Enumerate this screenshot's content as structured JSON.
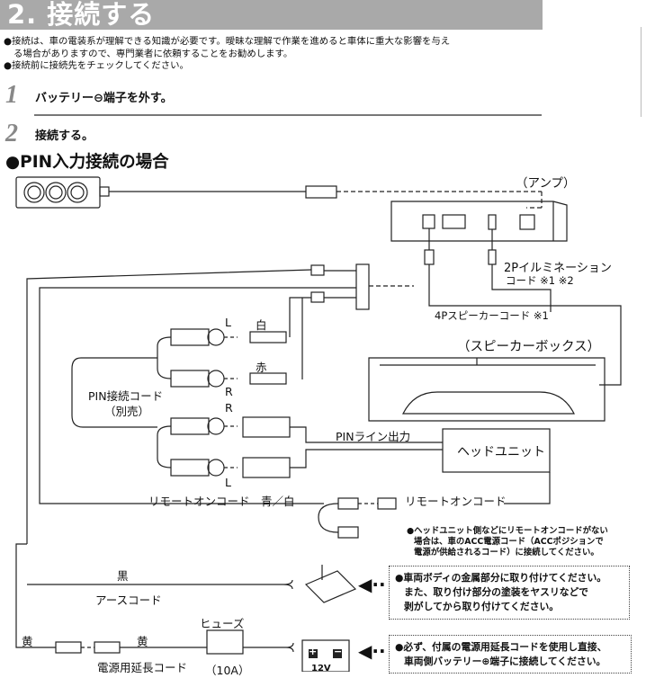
{
  "section": {
    "title": "2. 接続する",
    "notes": [
      "●接続は、車の電装系が理解できる知識が必要です。曖昧な理解で作業を進めると車体に重大な影響を与え",
      "る場合がありますので、専門業者に依頼することをお勧めします。",
      "●接続前に接続先をチェックしてください。"
    ]
  },
  "steps": [
    {
      "num": "1",
      "text": "バッテリー⊖端子を外す。"
    },
    {
      "num": "2",
      "text": "接続する。"
    }
  ],
  "diagram": {
    "heading": "●PIN入力接続の場合",
    "amp_label": "（アンプ）",
    "illumination_label_1": "2Pイルミネーション",
    "illumination_label_2": "コード ※1 ※2",
    "speaker_cord_label": "4Pスピーカーコード ※1",
    "speaker_box_label": "（スピーカーボックス）",
    "l_label": "L",
    "white_label": "白",
    "red_label": "赤",
    "r_label": "R",
    "r_label_2": "R",
    "l_label_2": "L",
    "pin_cord_label_1": "PIN接続コード",
    "pin_cord_label_2": "（別売）",
    "pin_line_out_label": "PINライン出力",
    "head_unit_label": "ヘッドユニット",
    "remote_cord_label_left": "リモートオンコード　青／白",
    "remote_cord_label_right": "リモートオンコード",
    "remote_note_1": "●ヘッドユニット側などにリモートオンコードがない",
    "remote_note_2": "場合は、車のACC電源コード（ACCポジションで",
    "remote_note_3": "電源が供給されるコード）に接続してください。",
    "black_label": "黒",
    "earth_cord_label": "アースコード",
    "body_note_1": "●車両ボディの金属部分に取り付けてください。",
    "body_note_2": "また、取り付け部分の塗装をヤスリなどで",
    "body_note_3": "剥がしてから取り付けてください。",
    "fuse_label": "ヒューズ",
    "yellow_label_left": "黄",
    "yellow_label_right": "黄",
    "power_cord_label": "電源用延長コード",
    "fuse_rating_label": "（10A）",
    "battery_note_1": "●必ず、付属の電源用延長コードを使用し直接、",
    "battery_note_2": "車両側バッテリー⊕端子に接続してください。",
    "battery_plus": "+",
    "battery_minus": "−",
    "battery_voltage": "12V"
  }
}
